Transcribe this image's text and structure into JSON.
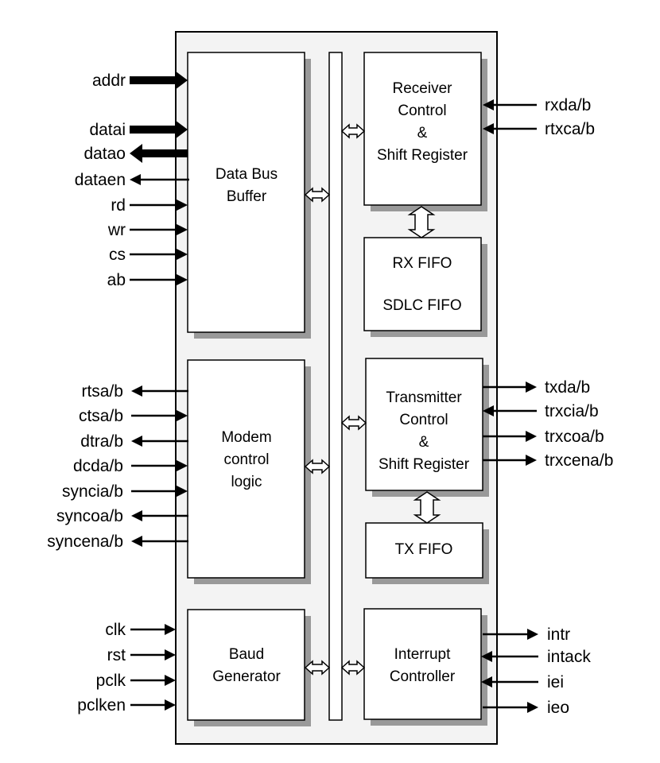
{
  "diagram": {
    "colors": {
      "outer_fill": "#f3f3f3",
      "block_fill": "#ffffff",
      "shadow": "#999999",
      "stroke": "#000000"
    },
    "blocks": {
      "data_bus_buffer": [
        "Data Bus",
        "Buffer"
      ],
      "receiver": [
        "Receiver",
        "Control",
        "&",
        "Shift Register"
      ],
      "rx_fifo": [
        "RX FIFO",
        "SDLC FIFO"
      ],
      "modem": [
        "Modem",
        "control",
        "logic"
      ],
      "transmitter": [
        "Transmitter",
        "Control",
        "&",
        "Shift Register"
      ],
      "tx_fifo": [
        "TX FIFO"
      ],
      "baud": [
        "Baud",
        "Generator"
      ],
      "interrupt": [
        "Interrupt",
        "Controller"
      ]
    },
    "signals": {
      "data_bus": [
        {
          "name": "addr",
          "dir": "in",
          "bus": true
        },
        {
          "name": "datai",
          "dir": "in",
          "bus": true
        },
        {
          "name": "datao",
          "dir": "out",
          "bus": true
        },
        {
          "name": "dataen",
          "dir": "out",
          "bus": false
        },
        {
          "name": "rd",
          "dir": "in",
          "bus": false
        },
        {
          "name": "wr",
          "dir": "in",
          "bus": false
        },
        {
          "name": "cs",
          "dir": "in",
          "bus": false
        },
        {
          "name": "ab",
          "dir": "in",
          "bus": false
        }
      ],
      "modem": [
        {
          "name": "rtsa/b",
          "dir": "out"
        },
        {
          "name": "ctsa/b",
          "dir": "in"
        },
        {
          "name": "dtra/b",
          "dir": "out"
        },
        {
          "name": "dcda/b",
          "dir": "in"
        },
        {
          "name": "syncia/b",
          "dir": "in"
        },
        {
          "name": "syncoa/b",
          "dir": "out"
        },
        {
          "name": "syncena/b",
          "dir": "out"
        }
      ],
      "baud": [
        {
          "name": "clk",
          "dir": "in"
        },
        {
          "name": "rst",
          "dir": "in"
        },
        {
          "name": "pclk",
          "dir": "in"
        },
        {
          "name": "pclken",
          "dir": "in"
        }
      ],
      "receiver": [
        {
          "name": "rxda/b",
          "dir": "in"
        },
        {
          "name": "rtxca/b",
          "dir": "in"
        }
      ],
      "transmitter": [
        {
          "name": "txda/b",
          "dir": "out"
        },
        {
          "name": "trxcia/b",
          "dir": "in"
        },
        {
          "name": "trxcoa/b",
          "dir": "out"
        },
        {
          "name": "trxcena/b",
          "dir": "out"
        }
      ],
      "interrupt": [
        {
          "name": "intr",
          "dir": "out"
        },
        {
          "name": "intack",
          "dir": "in"
        },
        {
          "name": "iei",
          "dir": "in"
        },
        {
          "name": "ieo",
          "dir": "out"
        }
      ]
    }
  }
}
